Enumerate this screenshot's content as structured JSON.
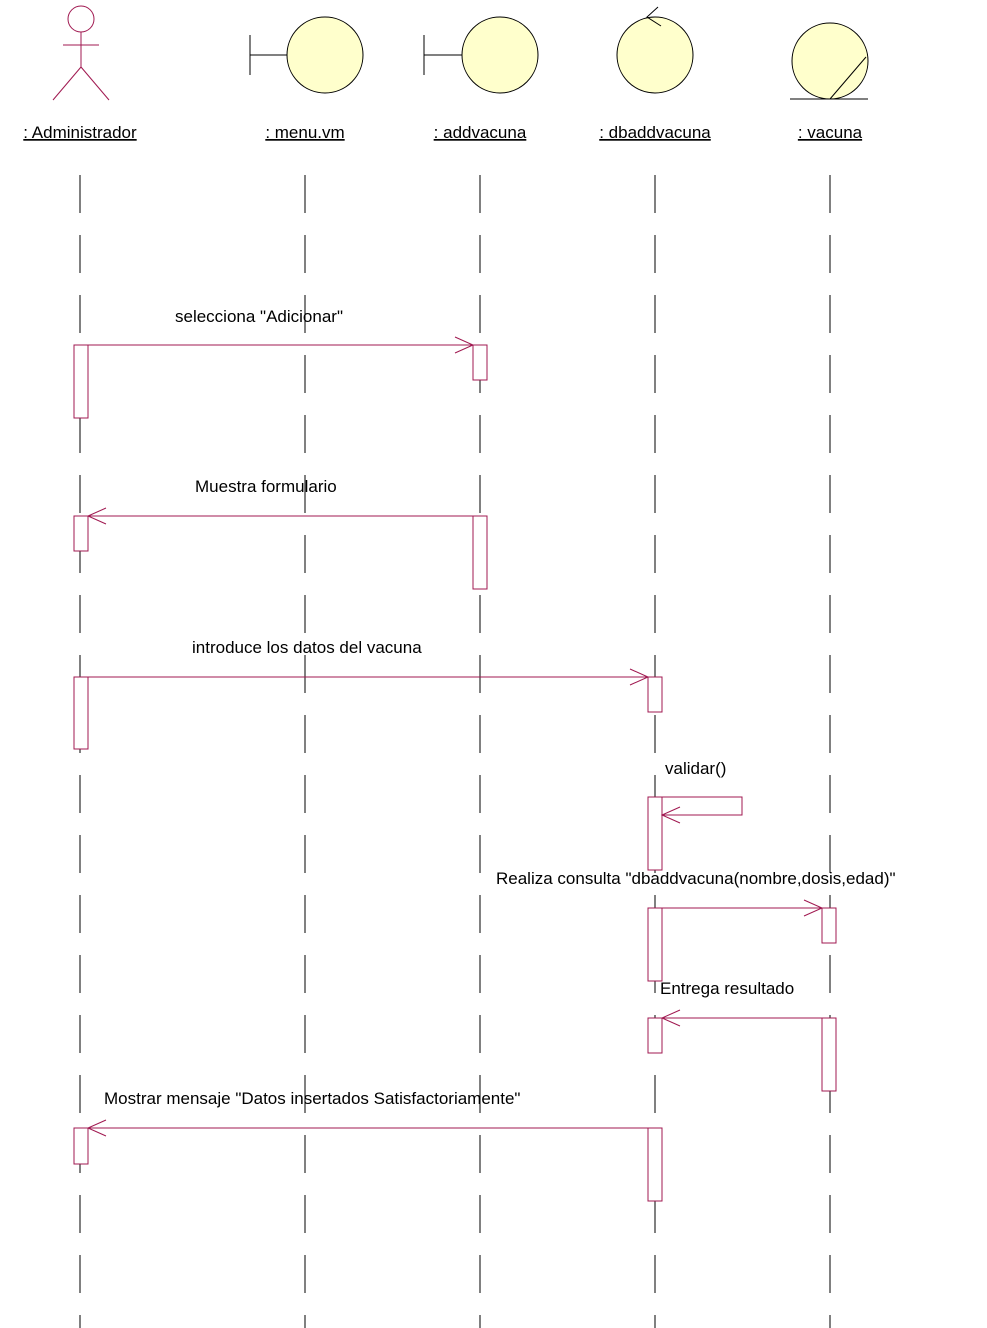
{
  "colors": {
    "actor_stroke": "#a01850",
    "message_stroke": "#a01850",
    "activation_stroke": "#a01850",
    "lifeline_stroke": "#000000",
    "object_fill": "#ffffcc",
    "object_stroke": "#000000",
    "text": "#000000"
  },
  "participants": [
    {
      "id": "administrador",
      "label": ": Administrador",
      "kind": "actor"
    },
    {
      "id": "menu",
      "label": ": menu.vm",
      "kind": "boundary"
    },
    {
      "id": "addvacuna",
      "label": ": addvacuna",
      "kind": "boundary"
    },
    {
      "id": "dbaddvacuna",
      "label": ": dbaddvacuna",
      "kind": "control"
    },
    {
      "id": "vacuna",
      "label": ": vacuna",
      "kind": "entity"
    }
  ],
  "messages": [
    {
      "id": "m1",
      "from": "administrador",
      "to": "addvacuna",
      "label": "selecciona \"Adicionar\"",
      "kind": "call"
    },
    {
      "id": "m2",
      "from": "addvacuna",
      "to": "administrador",
      "label": "Muestra formulario",
      "kind": "return"
    },
    {
      "id": "m3",
      "from": "administrador",
      "to": "dbaddvacuna",
      "label": "introduce los datos del vacuna",
      "kind": "call"
    },
    {
      "id": "m4",
      "from": "dbaddvacuna",
      "to": "dbaddvacuna",
      "label": "validar()",
      "kind": "self"
    },
    {
      "id": "m5",
      "from": "dbaddvacuna",
      "to": "vacuna",
      "label": "Realiza consulta \"dbaddvacuna(nombre,dosis,edad)\"",
      "kind": "call"
    },
    {
      "id": "m6",
      "from": "vacuna",
      "to": "dbaddvacuna",
      "label": "Entrega resultado",
      "kind": "return"
    },
    {
      "id": "m7",
      "from": "dbaddvacuna",
      "to": "administrador",
      "label": "Mostrar mensaje \"Datos  insertados Satisfactoriamente\"",
      "kind": "return"
    }
  ]
}
